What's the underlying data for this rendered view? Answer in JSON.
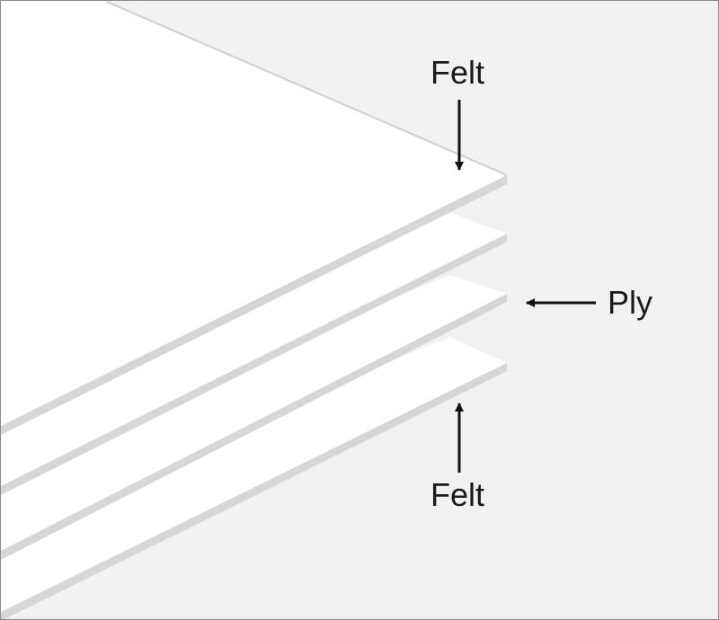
{
  "diagram": {
    "labels": {
      "felt_top": "Felt",
      "ply": "Ply",
      "felt_bottom": "Felt"
    },
    "colors": {
      "background": "#f1f1f1",
      "sheet_face": "#ffffff",
      "sheet_edge": "#d2d2d2",
      "arrow": "#111111",
      "text": "#1a1a1a"
    },
    "layers": [
      "felt",
      "ply",
      "ply",
      "felt"
    ]
  }
}
